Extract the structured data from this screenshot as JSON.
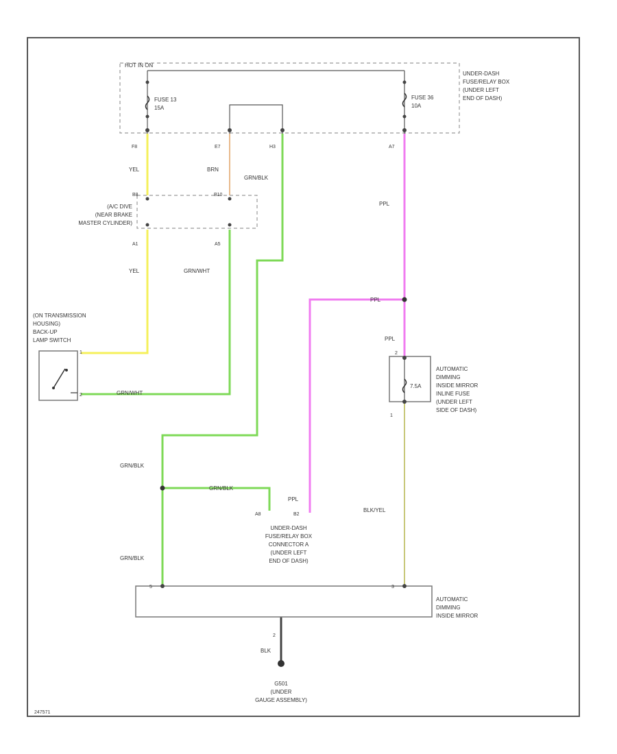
{
  "colors": {
    "yel": "#f5f05a",
    "grn": "#7ed957",
    "ppl": "#f07cf0",
    "brn": "#e8b98a",
    "blkyel": "#c8c87a",
    "blk": "#444444",
    "frame": "#555555",
    "dash": "#999999"
  },
  "fusebox": {
    "hot_label": "HOT IN ON",
    "fuse1_name": "FUSE 13",
    "fuse1_amp": "15A",
    "fuse2_name": "FUSE 36",
    "fuse2_amp": "10A",
    "desc": [
      "UNDER-DASH",
      "FUSE/RELAY BOX",
      "(UNDER LEFT",
      "END OF DASH)"
    ]
  },
  "pins": {
    "p_f1": "F8",
    "p_a7": "A7",
    "p_h3": "H3",
    "p_e7": "E7",
    "p_b8": "B8",
    "p_b10": "B10",
    "p_a1": "A1",
    "p_a5": "A5",
    "p_sw1": "1",
    "p_sw2": "2",
    "p_fuse_in": "2",
    "p_fuse_out": "1",
    "p_conn_a": "A8",
    "p_conn_b": "B2",
    "p_mirror_a": "5",
    "p_mirror_b": "3",
    "p_ground": "2"
  },
  "wires": {
    "yel1": "YEL",
    "brn": "BRN",
    "grnblk1": "GRN/BLK",
    "ppl1": "PPL",
    "yel2": "YEL",
    "grnwht1": "GRN/WHT",
    "ppl2": "PPL",
    "ppl3": "PPL",
    "grnwht2": "GRN/WHT",
    "grnblk2": "GRN/BLK",
    "grnblk3": "GRN/BLK",
    "ppl4": "PPL",
    "blkyel": "BLK/YEL",
    "grnblk4": "GRN/BLK",
    "blk": "BLK"
  },
  "connector_ac": {
    "desc": [
      "(A/C DIVE",
      "(NEAR BRAKE",
      "MASTER CYLINDER)"
    ]
  },
  "backup_switch": {
    "desc": [
      "(ON TRANSMISSION",
      "HOUSING)",
      "BACK-UP",
      "LAMP SWITCH"
    ]
  },
  "mirror_fuse": {
    "fuse_label": "7.5A",
    "desc": [
      "AUTOMATIC",
      "DIMMING",
      "INSIDE MIRROR",
      "INLINE FUSE",
      "(UNDER LEFT",
      "SIDE OF DASH)"
    ]
  },
  "underdash_connector": {
    "desc": [
      "UNDER-DASH",
      "FUSE/RELAY BOX",
      "CONNECTOR A",
      "(UNDER LEFT",
      "END OF DASH)"
    ]
  },
  "mirror": {
    "desc": [
      "AUTOMATIC",
      "DIMMING",
      "INSIDE MIRROR"
    ]
  },
  "ground": {
    "desc": [
      "G501",
      "(UNDER",
      "GAUGE ASSEMBLY)"
    ]
  },
  "footer": {
    "code": "247571"
  }
}
